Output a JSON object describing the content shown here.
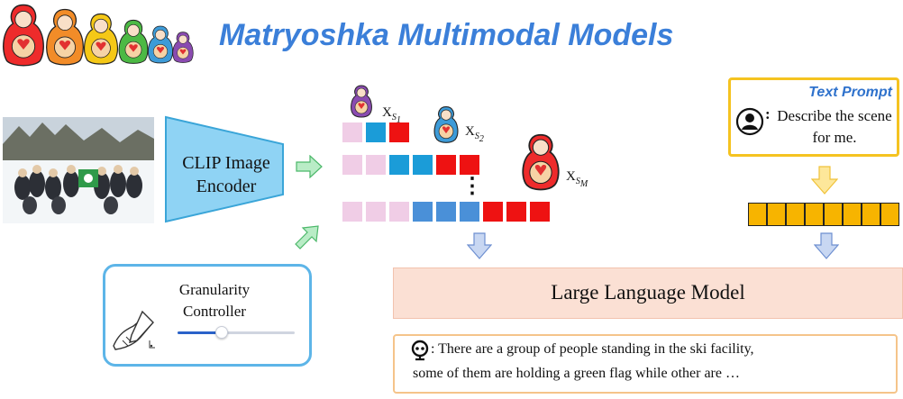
{
  "title": "Matryoshka Multimodal Models",
  "encoder": {
    "label_line1": "CLIP Image",
    "label_line2": "Encoder"
  },
  "tokens": {
    "label_prefix": "X",
    "s1": "S",
    "s1_index": "1",
    "s2": "S",
    "s2_index": "2",
    "sm": "S",
    "sm_index": "M",
    "ellipsis": "⋮"
  },
  "granularity": {
    "label_line1": "Granularity",
    "label_line2": "Controller",
    "slider_level": 0.38
  },
  "prompt": {
    "title": "Text Prompt",
    "colon": ":",
    "text": "Describe the scene for me."
  },
  "llm": {
    "label": "Large Language Model"
  },
  "response": {
    "line1": ": There are a group of people standing in the ski facility,",
    "line2": "some of them are holding a green flag while other are …"
  },
  "colors": {
    "title": "#3b7fd9",
    "encoder_fill": "#8fd3f4",
    "arrow_green": "#b9ecc6",
    "arrow_blue": "#c8d7f2",
    "arrow_yellow": "#fde79a",
    "token_pink": "#f0cde6",
    "token_blue": "#1b9cd8",
    "token_red": "#ee1212",
    "text_token": "#f7b400",
    "llm_fill": "#fbe0d4"
  },
  "icons": [
    "matryoshka-doll-icon",
    "user-icon",
    "robot-icon",
    "pen-hand-icon",
    "photo-image"
  ]
}
